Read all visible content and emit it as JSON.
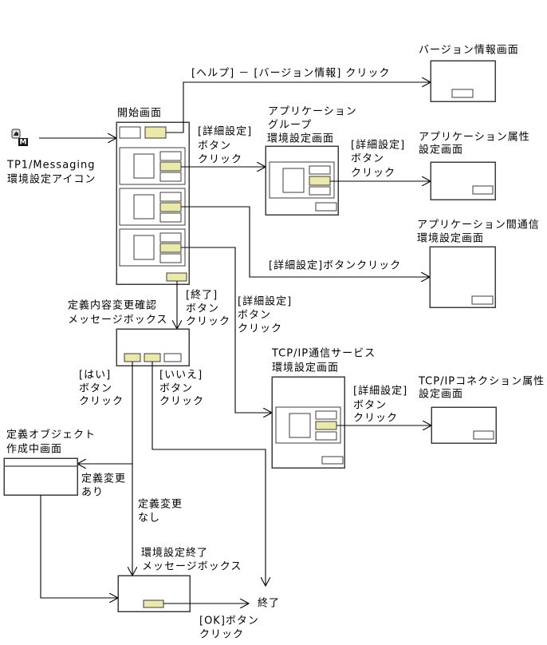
{
  "colors": {
    "highlight_button": "#ebe9a9",
    "frame": "#3c3c3c",
    "line": "#000000",
    "background": "#ffffff"
  },
  "icon": {
    "semantic": "tp1-messaging-settings-icon",
    "badge": "M",
    "label_lines": [
      "TP1/Messaging",
      "環境設定アイコン"
    ]
  },
  "screens": {
    "start": {
      "title_lines": [
        "開始画面"
      ]
    },
    "version_info": {
      "title_lines": [
        "バージョン情報画面"
      ]
    },
    "app_group": {
      "title_lines": [
        "アプリケーション",
        "グループ",
        "環境設定画面"
      ]
    },
    "app_attr": {
      "title_lines": [
        "アプリケーション属性",
        "設定画面"
      ]
    },
    "app_comm": {
      "title_lines": [
        "アプリケーション間通信",
        "環境設定画面"
      ]
    },
    "confirm_box": {
      "title_lines": [
        "定義内容変更確認",
        "メッセージボックス"
      ]
    },
    "tcpip_service": {
      "title_lines": [
        "TCP/IP通信サービス",
        "環境設定画面"
      ]
    },
    "tcpip_conn": {
      "title_lines": [
        "TCP/IPコネクション属性",
        "設定画面"
      ]
    },
    "def_object": {
      "title_lines": [
        "定義オブジェクト",
        "作成中画面"
      ]
    },
    "finish_box": {
      "title_lines": [
        "環境設定終了",
        "メッセージボックス"
      ]
    }
  },
  "edges": {
    "help_version": "[ヘルプ] － [バージョン情報] クリック",
    "detail_group": [
      "[詳細設定]",
      "ボタン",
      "クリック"
    ],
    "detail_attr": [
      "[詳細設定]",
      "ボタン",
      "クリック"
    ],
    "detail_comm": "[詳細設定]ボタンクリック",
    "end_button": [
      "[終了]",
      "ボタン",
      "クリック"
    ],
    "detail_tcpip": [
      "[詳細設定]",
      "ボタン",
      "クリック"
    ],
    "detail_tcpconn": [
      "[詳細設定]",
      "ボタン",
      "クリック"
    ],
    "yes": [
      "[はい]",
      "ボタン",
      "クリック"
    ],
    "no": [
      "[いいえ]",
      "ボタン",
      "クリック"
    ],
    "changed": [
      "定義変更",
      "あり"
    ],
    "unchanged": [
      "定義変更",
      "なし"
    ],
    "ok": [
      "[OK]ボタン",
      "クリック"
    ],
    "end": "終了"
  }
}
